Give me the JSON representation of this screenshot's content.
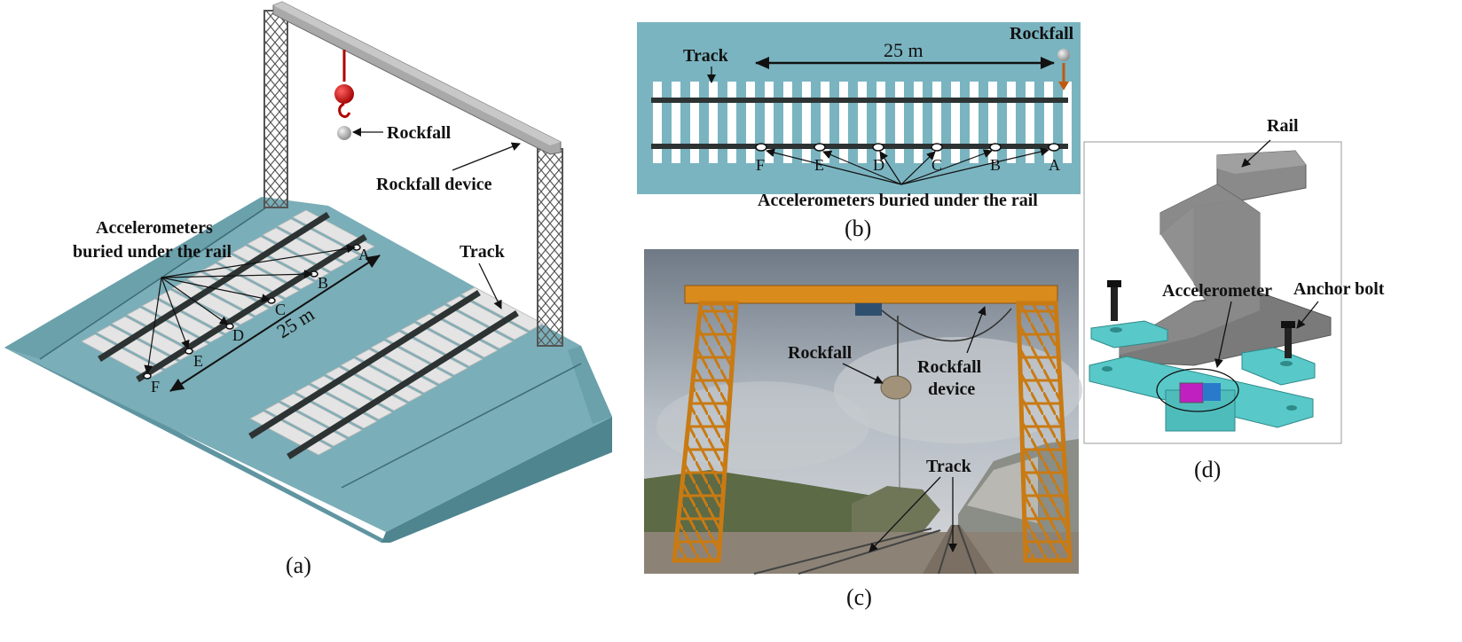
{
  "panel_a": {
    "caption": "(a)",
    "rockfall": "Rockfall",
    "device": "Rockfall device",
    "accel_line1": "Accelerometers",
    "accel_line2": "buried under the rail",
    "track": "Track",
    "distance": "25 m",
    "points": [
      "A",
      "B",
      "C",
      "D",
      "E",
      "F"
    ]
  },
  "panel_b": {
    "caption": "(b)",
    "track": "Track",
    "distance": "25 m",
    "rockfall": "Rockfall",
    "accel": "Accelerometers buried under the rail",
    "points": [
      "F",
      "E",
      "D",
      "C",
      "B",
      "A"
    ]
  },
  "panel_c": {
    "caption": "(c)",
    "rockfall": "Rockfall",
    "device_line1": "Rockfall",
    "device_line2": "device",
    "track": "Track"
  },
  "panel_d": {
    "caption": "(d)",
    "rail": "Rail",
    "accelerometer": "Accelerometer",
    "anchor": "Anchor bolt"
  },
  "colors": {
    "ground": "#7aaeb8",
    "ground_dark": "#5f95a0",
    "rail": "#2d3333",
    "sleeper": "#e8e8e8",
    "crane_orange": "#d98b1c",
    "sky": "#9aa3ad",
    "steel_gray": "#7c7c7c",
    "plate_teal": "#58c8c8"
  }
}
